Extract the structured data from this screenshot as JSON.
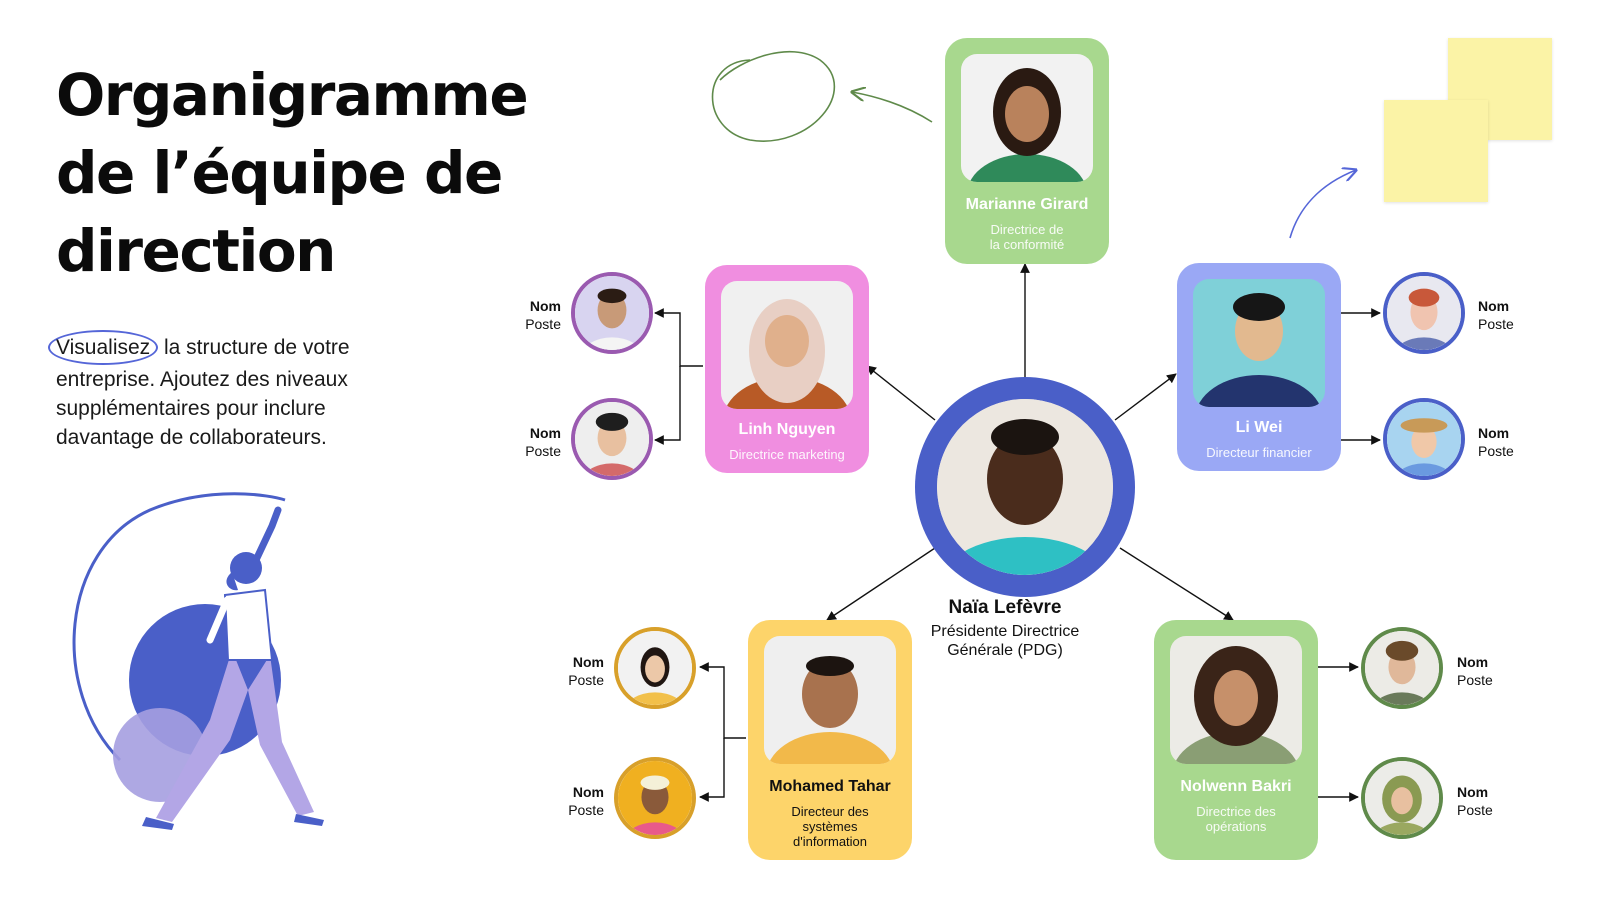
{
  "title": [
    "Organigramme",
    "de l’équipe de",
    "direction"
  ],
  "description": {
    "highlight": "Visualisez",
    "line1_rest": " la structure de votre",
    "line2": "entreprise. Ajoutez des niveaux",
    "line3": "supplémentaires pour inclure",
    "line4": "davantage de collaborateurs."
  },
  "ceo": {
    "name": "Naïa Lefèvre",
    "role_line1": "Présidente Directrice",
    "role_line2": "Générale (PDG)"
  },
  "colors": {
    "blue": "#4a5fc8",
    "pink": "#f08ee0",
    "green": "#a8d88e",
    "periwinkle": "#9aa8f5",
    "yellow": "#fdd46a",
    "purple": "#9a5ab0"
  },
  "managers": [
    {
      "id": "compliance",
      "name": "Marianne Girard",
      "role_line1": "Directrice de",
      "role_line2": "la conformité",
      "role_line3": ""
    },
    {
      "id": "marketing",
      "name": "Linh Nguyen",
      "role_line1": "Directrice marketing",
      "role_line2": "",
      "role_line3": ""
    },
    {
      "id": "finance",
      "name": "Li Wei",
      "role_line1": "Directeur financier",
      "role_line2": "",
      "role_line3": ""
    },
    {
      "id": "it",
      "name": "Mohamed Tahar",
      "role_line1": "Directeur des",
      "role_line2": "systèmes",
      "role_line3": "d'information"
    },
    {
      "id": "operations",
      "name": "Nolwenn Bakri",
      "role_line1": "Directrice des",
      "role_line2": "opérations",
      "role_line3": ""
    }
  ],
  "placeholder": {
    "name": "Nom",
    "role": "Poste"
  }
}
